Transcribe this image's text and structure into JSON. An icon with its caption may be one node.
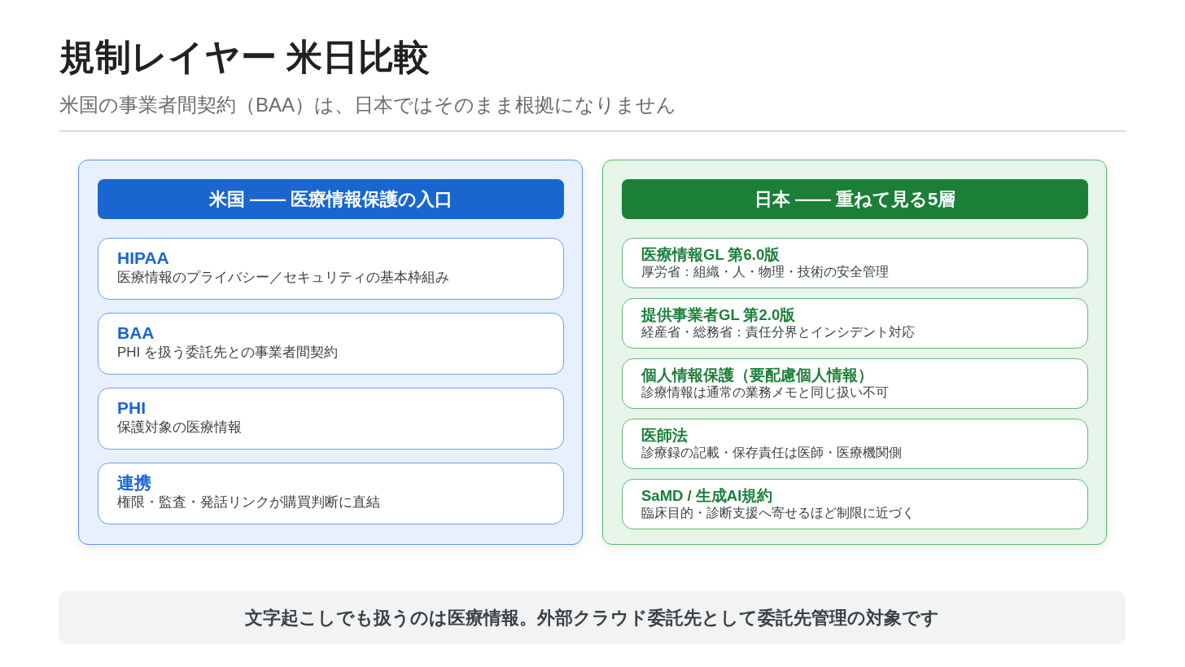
{
  "diagram": {
    "title": "規制レイヤー 米日比較",
    "nodes": [
      {
        "text": [],
        "shape": "box"
      },
      {
        "text": [
          "米国 —— 医療情報保護の入口"
        ],
        "in": 0
      },
      {
        "text": [
          "HIPAA",
          "医療情報のプライバシー／セキュリティの基本枠組み"
        ],
        "in": 0
      },
      {
        "text": [
          "BAA",
          "PHI を扱う委託先との事業者間契約"
        ],
        "in": 0
      },
      {
        "text": [
          "PHI",
          "保護対象の医療情報"
        ],
        "in": 0
      },
      {
        "text": [
          "連携",
          "権限・監査・発話リンクが購買判断に直結"
        ],
        "in": 0
      },
      {
        "text": [],
        "shape": "box"
      },
      {
        "text": [
          "日本 —— 重ねて見る5層"
        ],
        "in": 6
      },
      {
        "text": [
          "医療情報GL 第6.0版",
          "厚労省：組織・人・物理・技術の安全管理"
        ],
        "in": 6
      },
      {
        "text": [
          "提供事業者GL 第2.0版",
          "経産省・総務省：責任分界とインシデント対応"
        ],
        "in": 6
      },
      {
        "text": [
          "個人情報保護（要配慮個人情報）",
          "診療情報は通常の業務メモと同じ扱い不可"
        ],
        "in": 6
      },
      {
        "text": [
          "医師法",
          "診療録の記載・保存責任は医師・医療機関側"
        ],
        "in": 6
      },
      {
        "text": [
          "SaMD / 生成AI規約",
          "臨床目的・診断支援へ寄せるほど制限に近づく"
        ],
        "in": 6
      },
      {
        "text": [
          "文字起こしでも扱うのは医療情報。外部クラウド委託先として委託先管理の対象です"
        ]
      }
    ],
    "labels": [
      "米国の事業者間契約（BAA）は、日本ではそのまま根拠になりません"
    ]
  }
}
